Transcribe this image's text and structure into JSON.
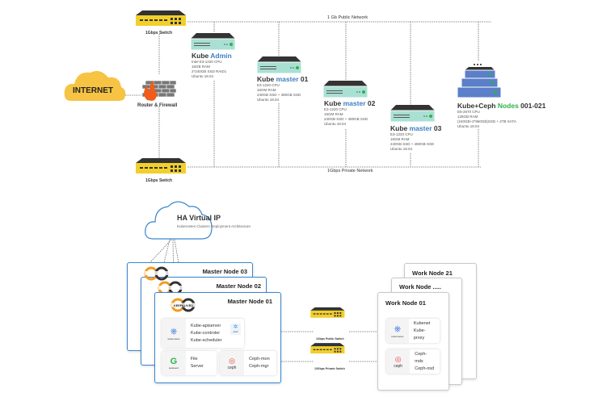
{
  "top": {
    "switch_top_label": "1Gbps Switch",
    "switch_bottom_label": "1Gbps Switch",
    "switch_brand": "Switch.",
    "server_brand": "server",
    "public_network": "1 Gb Public Network",
    "private_network": "1Gbps Private Network",
    "internet": "INTERNET",
    "router": "Router & Firewall",
    "servers": [
      {
        "prefix": "Kube ",
        "highlight": "Admin",
        "suffix": "",
        "specs": [
          "Intel E3-1220 CPU",
          "16GB RAM",
          "2*240GB SSD RAID1",
          "Ubuntu 18.04"
        ]
      },
      {
        "prefix": "Kube ",
        "highlight": "master",
        "suffix": " 01",
        "specs": [
          "E3-1220 CPU",
          "16GM RAM",
          "240GB SSD + 480GB SSD",
          "Ubuntu 18.04"
        ]
      },
      {
        "prefix": "Kube ",
        "highlight": "master",
        "suffix": " 02",
        "specs": [
          "E3-1220 CPU",
          "16GM RAM",
          "240GB SSD + 480GB SSD",
          "Ubuntu 18.04"
        ]
      },
      {
        "prefix": "Kube ",
        "highlight": "master",
        "suffix": " 03",
        "specs": [
          "E3-1220 CPU",
          "16GM RAM",
          "240GB SSD + 480GB SSD",
          "Ubuntu 18.04"
        ]
      },
      {
        "prefix": "Kube+Ceph ",
        "highlight": "Nodes",
        "suffix": " 001-021",
        "specs": [
          "E5-2670 CPU",
          "128GB RAM",
          "(240GB+2*960GB)SSD + 2TB SATA",
          "Ubuntu 18.04"
        ]
      }
    ]
  },
  "bottom": {
    "vip_title": "HA Virtual IP",
    "vip_subtitle": "Kubernetes Clusters Deployment Architecture",
    "keepalived": "KEEPALIVED",
    "masters": [
      "Master Node 03",
      "Master Node 02",
      "Master Node 01"
    ],
    "kube_card": {
      "logo": "kubernetes",
      "items": [
        "Kube-apiserver",
        "Kube-controler",
        "Kube-scheduler"
      ],
      "etcd": "etcd"
    },
    "file_card": {
      "logo": "seaweed",
      "label": "File Server"
    },
    "ceph_card": {
      "logo": "ceph",
      "items": [
        "Ceph-mon",
        "Ceph-mgr"
      ]
    },
    "public_switch": "1Gbps Public Switch",
    "private_switch": "10Gbps Private Switch",
    "workers": [
      "Work Node 21",
      "Work Node .....",
      "Work Node 01"
    ],
    "worker_kube": {
      "logo": "kubernetes",
      "items": [
        "Kubenet",
        "Kube-proxy"
      ]
    },
    "worker_ceph": {
      "logo": "ceph",
      "items": [
        "Ceph-mds",
        "Ceph-osd"
      ]
    }
  },
  "colors": {
    "switch": "#f2cf2a",
    "server": "#a9e0d4",
    "ceph_server": "#5b7fc8",
    "accent_blue": "#3d7fc4",
    "accent_green": "#2bb34a",
    "node_border": "#3a86d0"
  }
}
